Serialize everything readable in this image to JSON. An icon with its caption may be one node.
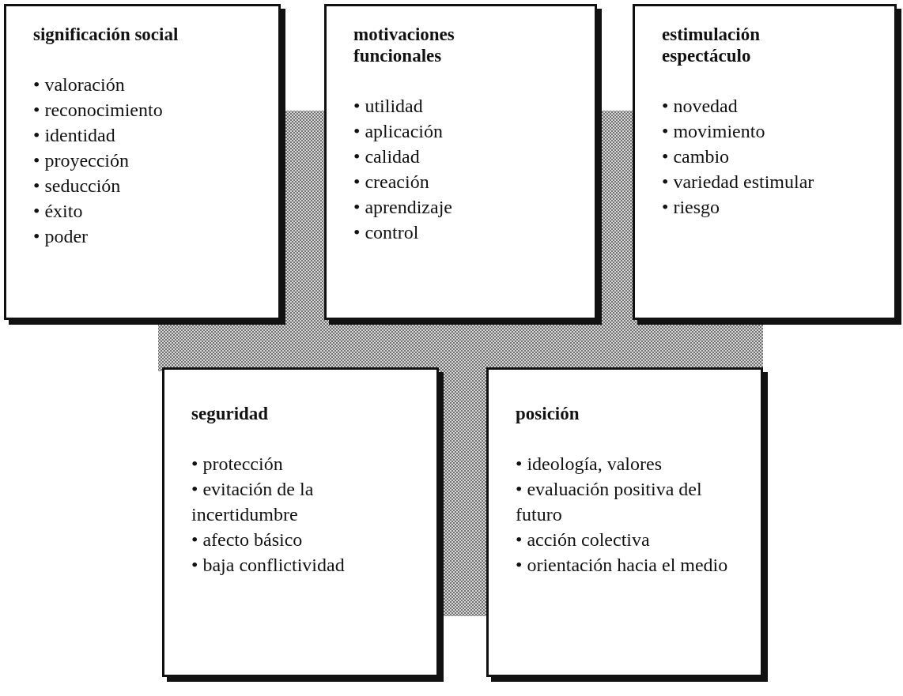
{
  "diagram": {
    "nodes": [
      {
        "text": [
          "significación social",
          "• valoración",
          "• reconocimiento",
          "• identidad",
          "• proyección",
          "• seducción",
          "• éxito",
          "• poder"
        ]
      },
      {
        "text": [
          "motivaciones funcionales",
          "• utilidad",
          "• aplicación",
          "• calidad",
          "• creación",
          "• aprendizaje",
          "• control"
        ]
      },
      {
        "text": [
          "estimulación espectáculo",
          "• novedad",
          "• movimiento",
          "• cambio",
          "• variedad estimular",
          "• riesgo"
        ]
      },
      {
        "text": [
          "seguridad",
          "• protección",
          "• evitación de la incertidumbre",
          "• afecto básico",
          "• baja conflictividad"
        ]
      },
      {
        "text": [
          "posición",
          "• ideología, valores",
          "• evaluación positiva del futuro",
          "• acción colectiva",
          "• orientación hacia el medio"
        ]
      }
    ],
    "edges": []
  }
}
